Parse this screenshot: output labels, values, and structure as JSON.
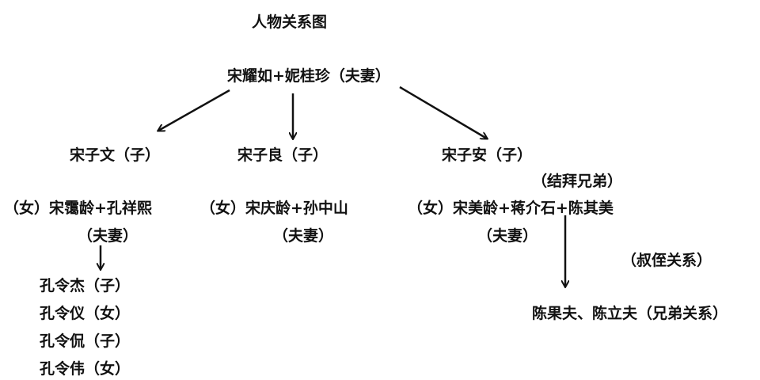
{
  "title": "人物关系图",
  "parents": "宋耀如+妮桂珍（夫妻）",
  "sons": [
    "宋子文（子）",
    "宋子良（子）",
    "宋子安（子）"
  ],
  "sworn_brothers": "（结拜兄弟）",
  "couples": [
    {
      "names": "（女）宋霭龄+孔祥熙",
      "relation": "（夫妻）"
    },
    {
      "names": "（女）宋庆龄+孙中山",
      "relation": "（夫妻）"
    },
    {
      "names": "（女）宋美龄+蒋介石+陈其美",
      "relation": "（夫妻）"
    }
  ],
  "uncle_nephew": "（叔侄关系）",
  "chen_brothers": "陈果夫、陈立夫（兄弟关系）",
  "kong_children": [
    "孔令杰（子）",
    "孔令仪（女）",
    "孔令侃（子）",
    "孔令伟（女）"
  ]
}
